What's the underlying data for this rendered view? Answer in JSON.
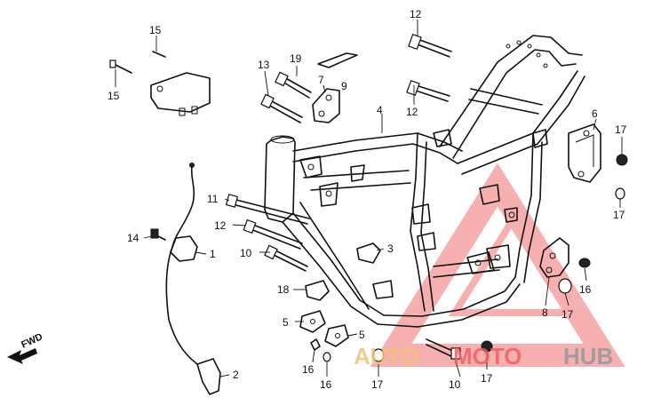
{
  "diagram": {
    "fwd_label": "FWD",
    "callouts": [
      {
        "id": "c1",
        "text": "1"
      },
      {
        "id": "c2",
        "text": "2"
      },
      {
        "id": "c3",
        "text": "3"
      },
      {
        "id": "c4",
        "text": "4"
      },
      {
        "id": "c5a",
        "text": "5"
      },
      {
        "id": "c5b",
        "text": "5"
      },
      {
        "id": "c6",
        "text": "6"
      },
      {
        "id": "c7",
        "text": "7"
      },
      {
        "id": "c8",
        "text": "8"
      },
      {
        "id": "c9",
        "text": "9"
      },
      {
        "id": "c10a",
        "text": "10"
      },
      {
        "id": "c10b",
        "text": "10"
      },
      {
        "id": "c11",
        "text": "11"
      },
      {
        "id": "c12a",
        "text": "12"
      },
      {
        "id": "c12b",
        "text": "12"
      },
      {
        "id": "c12c",
        "text": "12"
      },
      {
        "id": "c13",
        "text": "13"
      },
      {
        "id": "c14",
        "text": "14"
      },
      {
        "id": "c15a",
        "text": "15"
      },
      {
        "id": "c15b",
        "text": "15"
      },
      {
        "id": "c16a",
        "text": "16"
      },
      {
        "id": "c16b",
        "text": "16"
      },
      {
        "id": "c16c",
        "text": "16"
      },
      {
        "id": "c17a",
        "text": "17"
      },
      {
        "id": "c17b",
        "text": "17"
      },
      {
        "id": "c17c",
        "text": "17"
      },
      {
        "id": "c17d",
        "text": "17"
      },
      {
        "id": "c17e",
        "text": "17"
      },
      {
        "id": "c18",
        "text": "18"
      },
      {
        "id": "c19",
        "text": "19"
      }
    ]
  },
  "watermark": {
    "auto": "AUTO",
    "moto": "MOTO",
    "hub": "HUB",
    "colors": {
      "auto": "#f2c178",
      "moto": "#f06060",
      "hub": "#9a9a9a",
      "triangle": "#f07070"
    }
  }
}
